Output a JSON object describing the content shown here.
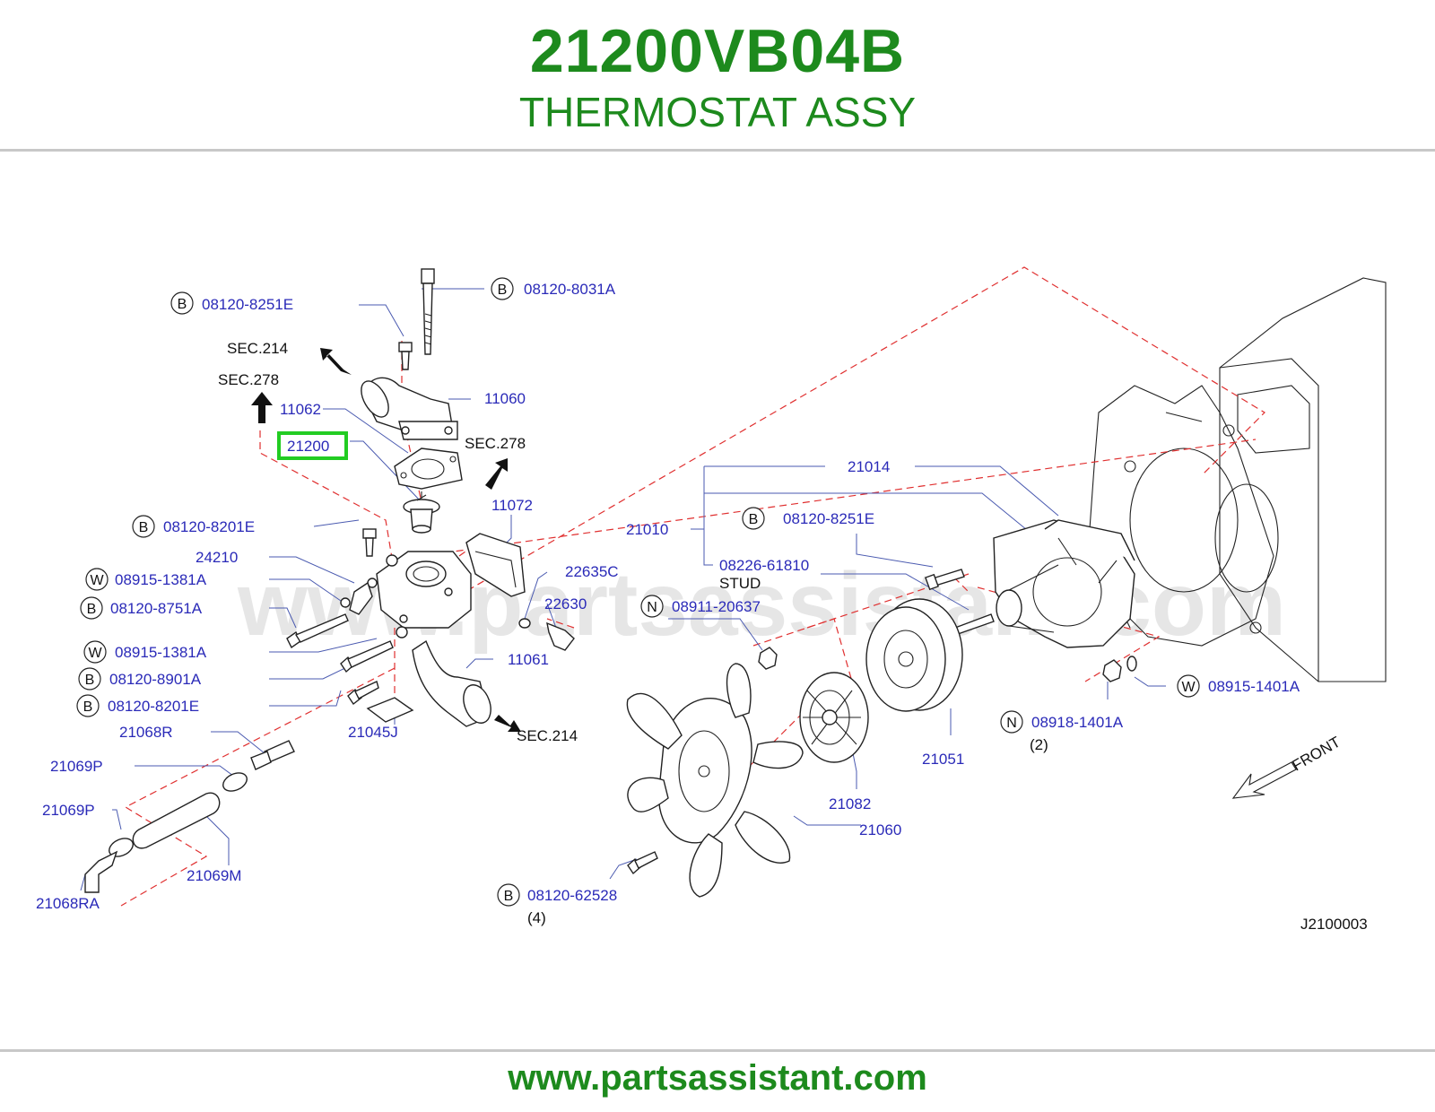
{
  "header": {
    "part_number": "21200VB04B",
    "part_name": "THERMOSTAT ASSY"
  },
  "footer": {
    "url": "www.partsassistant.com"
  },
  "diagram": {
    "watermark": "www.partsassistant.com",
    "code": "J2100003",
    "front_label": "FRONT",
    "highlight_color": "#22cc22",
    "labels": {
      "p08120_8031A": "08120-8031A",
      "p08120_8251E_top": "08120-8251E",
      "sec214_top": "SEC.214",
      "sec278_left": "SEC.278",
      "p11060": "11060",
      "p11062": "11062",
      "p21200": "21200",
      "sec278_mid": "SEC.278",
      "p11072": "11072",
      "p08120_8201E_a": "08120-8201E",
      "p24210": "24210",
      "p08915_1381A_a": "08915-1381A",
      "p08120_8751A": "08120-8751A",
      "p22635C": "22635C",
      "p22630": "22630",
      "p08915_1381A_b": "08915-1381A",
      "p08120_8901A": "08120-8901A",
      "p11061": "11061",
      "p08120_8201E_b": "08120-8201E",
      "p21068R": "21068R",
      "p21045J": "21045J",
      "sec214_bottom": "SEC.214",
      "p21069P_a": "21069P",
      "p21069P_b": "21069P",
      "p21069M": "21069M",
      "p21068RA": "21068RA",
      "p21014": "21014",
      "p21010": "21010",
      "p08120_8251E_right": "08120-8251E",
      "p08226_61810": "08226-61810",
      "stud": "STUD",
      "p08911_20637": "08911-20637",
      "p08915_1401A": "08915-1401A",
      "p08918_1401A": "08918-1401A",
      "qty2": "(2)",
      "p21051": "21051",
      "p21082": "21082",
      "p21060": "21060",
      "p08120_62528": "08120-62528",
      "qty4": "(4)"
    },
    "circle_letters": {
      "B": "B",
      "W": "W",
      "N": "N"
    }
  }
}
